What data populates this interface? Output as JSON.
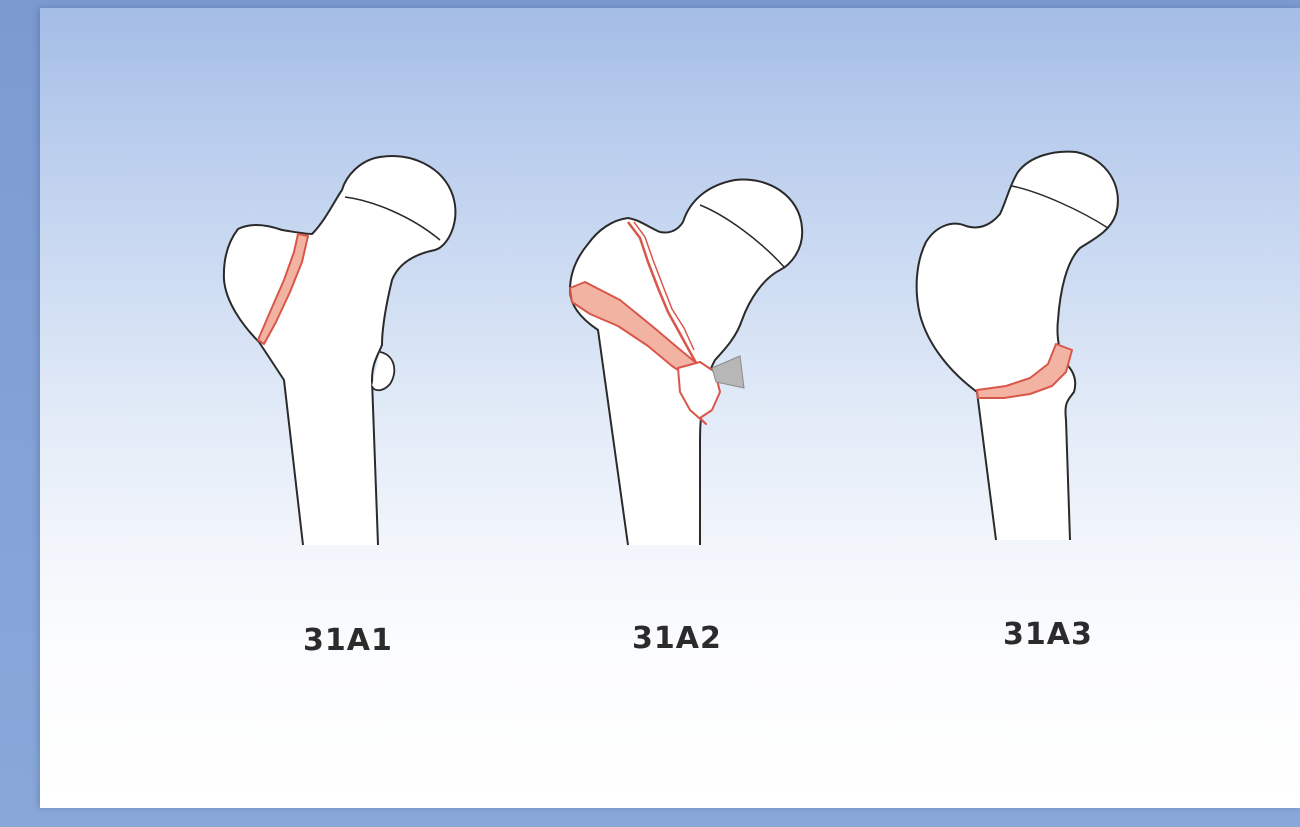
{
  "figures": [
    {
      "label": "31A1"
    },
    {
      "label": "31A2"
    },
    {
      "label": "31A3"
    }
  ],
  "colors": {
    "bone_fill": "#ffffff",
    "bone_outline": "#2a2a2a",
    "fracture_line": "#d9574a",
    "fracture_fill": "#f2b3a3",
    "fragment_fill": "#b7b7b7",
    "screen_border": "#7f9fd3"
  }
}
